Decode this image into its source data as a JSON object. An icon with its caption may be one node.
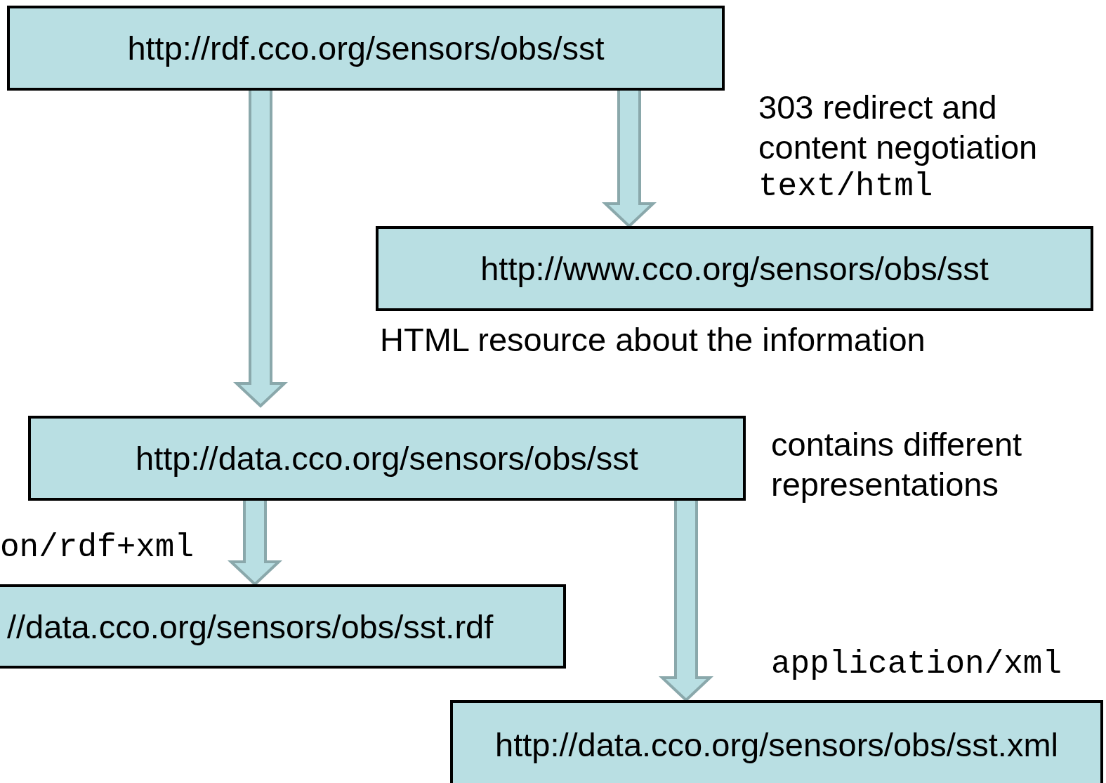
{
  "diagram": {
    "nodes": [
      {
        "text": [
          "http://rdf.cco.org/sensors/obs/sst"
        ]
      },
      {
        "text": [
          "http://www.cco.org/sensors/obs/sst"
        ],
        "beside": [
          "HTML resource about the information"
        ]
      },
      {
        "text": [
          "http://data.cco.org/sensors/obs/sst"
        ],
        "beside": [
          "contains different representations"
        ]
      },
      {
        "text": [
          "//data.cco.org/sensors/obs/sst.rdf"
        ]
      },
      {
        "text": [
          "http://data.cco.org/sensors/obs/sst.xml"
        ]
      }
    ],
    "edges": [
      {
        "from": 0,
        "to": 2,
        "arrow": "to"
      },
      {
        "from": 0,
        "to": 1,
        "arrow": "to",
        "label": "text/html"
      },
      {
        "from": 2,
        "to": 3,
        "arrow": "to",
        "label": "on/rdf+xml"
      },
      {
        "from": 2,
        "to": 4,
        "arrow": "to",
        "label": "application/xml"
      }
    ],
    "labels": [
      "303 redirect and content negotiation"
    ]
  }
}
